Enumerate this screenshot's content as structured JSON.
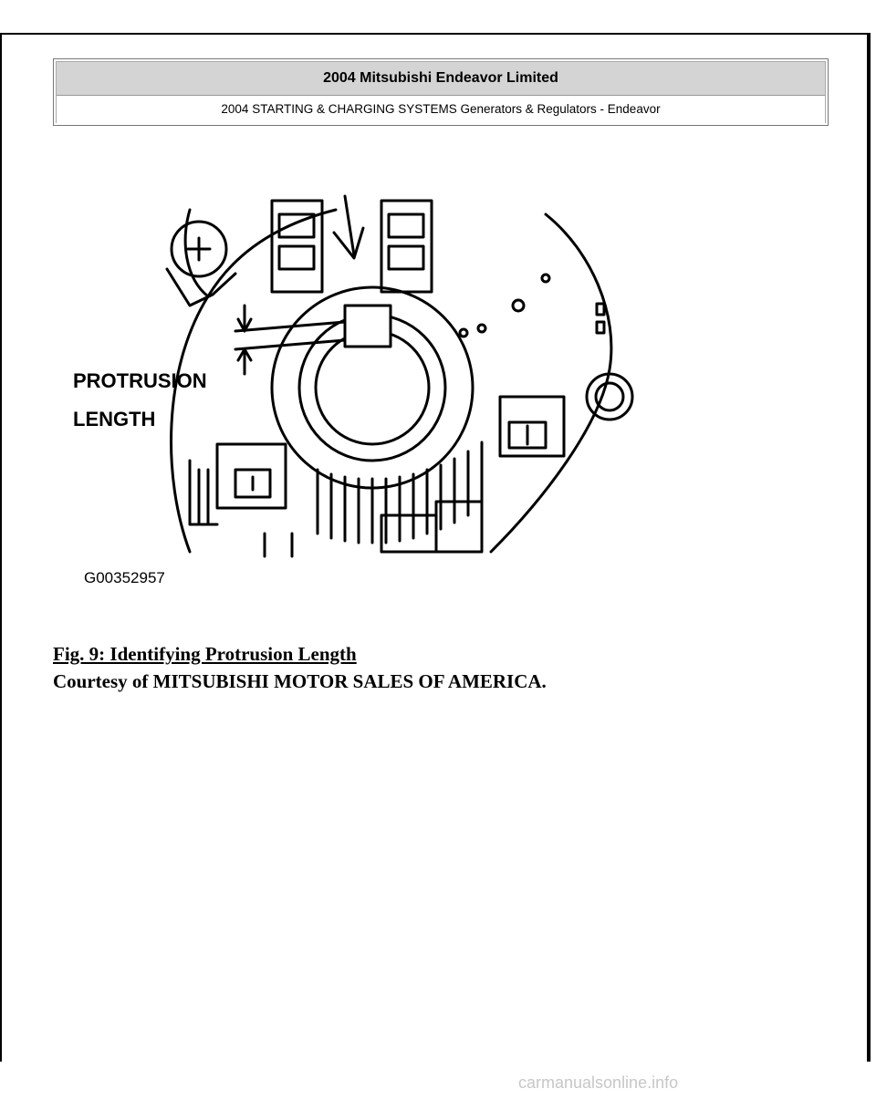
{
  "header": {
    "title": "2004 Mitsubishi Endeavor Limited",
    "subtitle": "2004 STARTING & CHARGING SYSTEMS Generators & Regulators - Endeavor"
  },
  "figure": {
    "label_line1": "PROTRUSION",
    "label_line2": "LENGTH",
    "code": "G00352957"
  },
  "caption": {
    "title": "Fig. 9: Identifying Protrusion Length",
    "courtesy": "Courtesy of MITSUBISHI MOTOR SALES OF AMERICA."
  },
  "watermark": "carmanualsonline.info"
}
